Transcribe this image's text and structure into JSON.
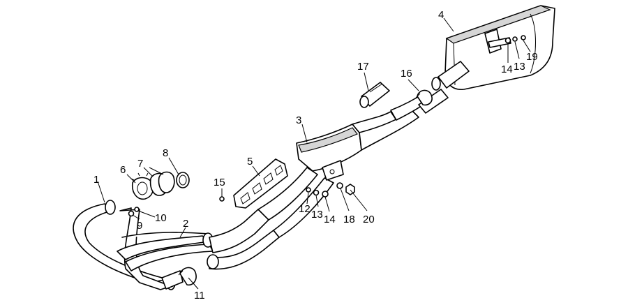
{
  "callouts": {
    "c1": "1",
    "c2": "2",
    "c3": "3",
    "c4": "4",
    "c5": "5",
    "c6": "6",
    "c7": "7",
    "c8": "8",
    "c9": "9",
    "c10": "10",
    "c11": "11",
    "c12": "12",
    "c13a": "13",
    "c13b": "13",
    "c14a": "14",
    "c14b": "14",
    "c15": "15",
    "c16": "16",
    "c17": "17",
    "c18": "18",
    "c19": "19",
    "c20": "20"
  },
  "colors": {
    "line": "#000000",
    "background": "#ffffff",
    "shade": "#d6d6d6"
  }
}
